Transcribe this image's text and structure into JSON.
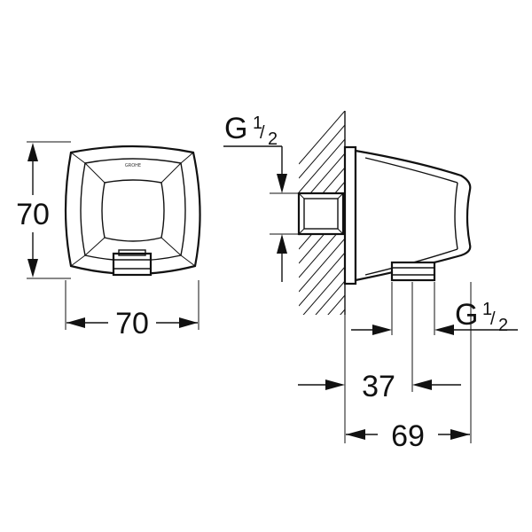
{
  "brand_mark": "GROHE",
  "front_view": {
    "height_label": "70",
    "width_label": "70"
  },
  "side_view": {
    "thread_top_main": "G",
    "thread_top_num": "1",
    "thread_top_den": "2",
    "thread_right_main": "G",
    "thread_right_num": "1",
    "thread_right_den": "2",
    "dim_outlet_label": "37",
    "dim_depth_label": "69"
  }
}
